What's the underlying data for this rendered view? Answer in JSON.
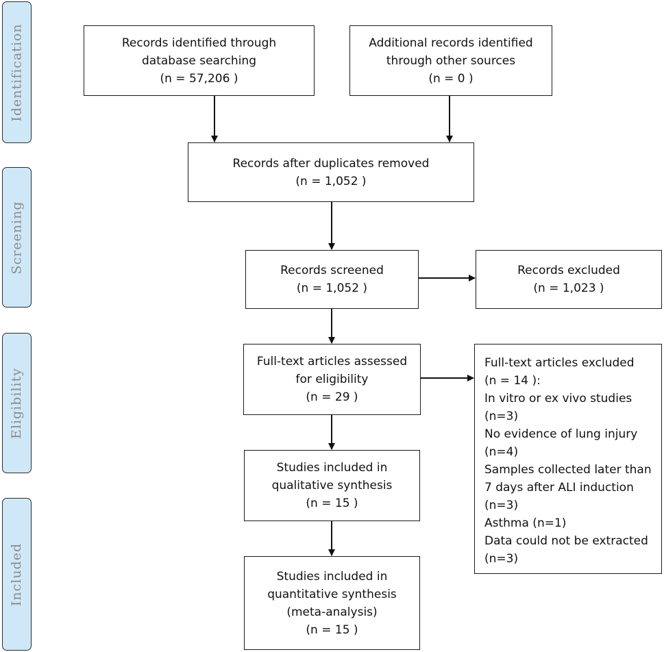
{
  "phases": {
    "identification": "Identification",
    "screening": "Screening",
    "eligibility": "Eligibility",
    "included": "Included"
  },
  "boxes": {
    "database": [
      "Records identified through",
      "database searching",
      "(n = 57,206 )"
    ],
    "other_sources": [
      "Additional records identified",
      "through other sources",
      "(n =  0 )"
    ],
    "duplicates_removed": [
      "Records after duplicates removed",
      "(n = 1,052  )"
    ],
    "screened": [
      "Records screened",
      "(n = 1,052  )"
    ],
    "excluded": [
      "Records excluded",
      "(n = 1,023  )"
    ],
    "full_text_assessed": [
      "Full-text articles assessed",
      "for eligibility",
      "(n =  29 )"
    ],
    "full_text_excluded": [
      "Full-text articles excluded",
      "(n =  14 ):",
      "In vitro or ex vivo studies",
      "(n=3)",
      "No evidence of lung injury",
      "(n=4)",
      "Samples collected later than",
      "7 days after ALI induction",
      "(n=3)",
      "Asthma (n=1)",
      "Data could not be extracted",
      "(n=3)"
    ],
    "qualitative": [
      "Studies included in",
      "qualitative synthesis",
      "(n =  15 )"
    ],
    "quantitative": [
      "Studies included in",
      "quantitative synthesis",
      "(meta-analysis)",
      "(n = 15 )"
    ]
  }
}
